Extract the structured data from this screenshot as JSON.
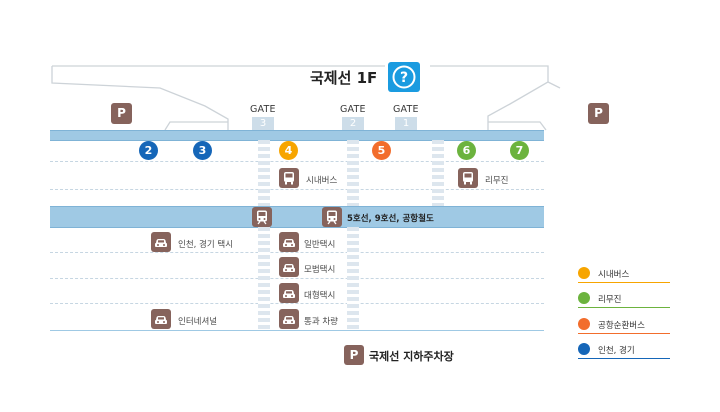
{
  "title": "국제선 1F",
  "help_icon": "question-mark-icon",
  "gates": [
    {
      "label": "GATE",
      "number": "3"
    },
    {
      "label": "GATE",
      "number": "2"
    },
    {
      "label": "GATE",
      "number": "1"
    }
  ],
  "parking_left": "P",
  "parking_right": "P",
  "stops": [
    "2",
    "3",
    "4",
    "5",
    "6",
    "7"
  ],
  "stop_colors": {
    "2": "#1566b8",
    "3": "#1566b8",
    "4": "#f7a500",
    "5": "#f26d2c",
    "6": "#6cb33e",
    "7": "#6cb33e"
  },
  "services": {
    "city_bus": "시내버스",
    "limousine": "리무진",
    "rail": "5호선, 9호선, 공항철도",
    "incheon_taxi": "인천, 경기 택시",
    "regular_taxi": "일반택시",
    "deluxe_taxi": "모범택시",
    "large_taxi": "대형택시",
    "intercity_terminal": "인터네셔널",
    "transit_vehicle": "통과 차량"
  },
  "parking_bottom": {
    "icon": "P",
    "label": "국제선 지하주차장"
  },
  "legend": [
    {
      "label": "시내버스",
      "color": "#f7a500"
    },
    {
      "label": "리무진",
      "color": "#6cb33e"
    },
    {
      "label": "공항순환버스",
      "color": "#f26d2c"
    },
    {
      "label": "인천, 경기",
      "color": "#1566b8"
    }
  ]
}
